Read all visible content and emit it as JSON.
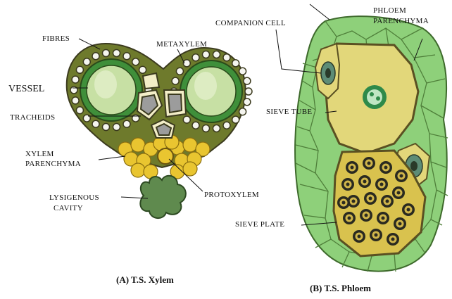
{
  "xylem": {
    "labels": {
      "fibres": "FIBRES",
      "vessel": "VESSEL",
      "metaxylem": "METAXYLEM",
      "tracheids": "TRACHEIDS",
      "xylem_parenchyma_1": "XYLEM",
      "xylem_parenchyma_2": "PARENCHYMA",
      "lysigenous_1": "LYSIGENOUS",
      "lysigenous_2": "CAVITY",
      "protoxylem": "PROTOXYLEM"
    },
    "caption": "(A) T.S. Xylem"
  },
  "phloem": {
    "labels": {
      "companion_cell": "COMPANION CELL",
      "phloem_parenchyma_1": "PHLOEM",
      "phloem_parenchyma_2": "PARENCHYMA",
      "sieve_tube": "SIEVE TUBE",
      "sieve_plate": "SIEVE PLATE"
    },
    "caption": "(B) T.S. Phloem"
  },
  "colors": {
    "outline": "#3b3a1e",
    "olive": "#6e7a2c",
    "vessel_fill": "#b9d896",
    "vessel_ring": "#3f8f3a",
    "yellow_parenchyma": "#e9c530",
    "cavity": "#5f8a4e",
    "tracheid": "#9c9c9c",
    "phloem_parenchyma": "#8ed07a",
    "sieve_tube": "#e2d77a",
    "sieve_plate": "#d9c24e"
  }
}
